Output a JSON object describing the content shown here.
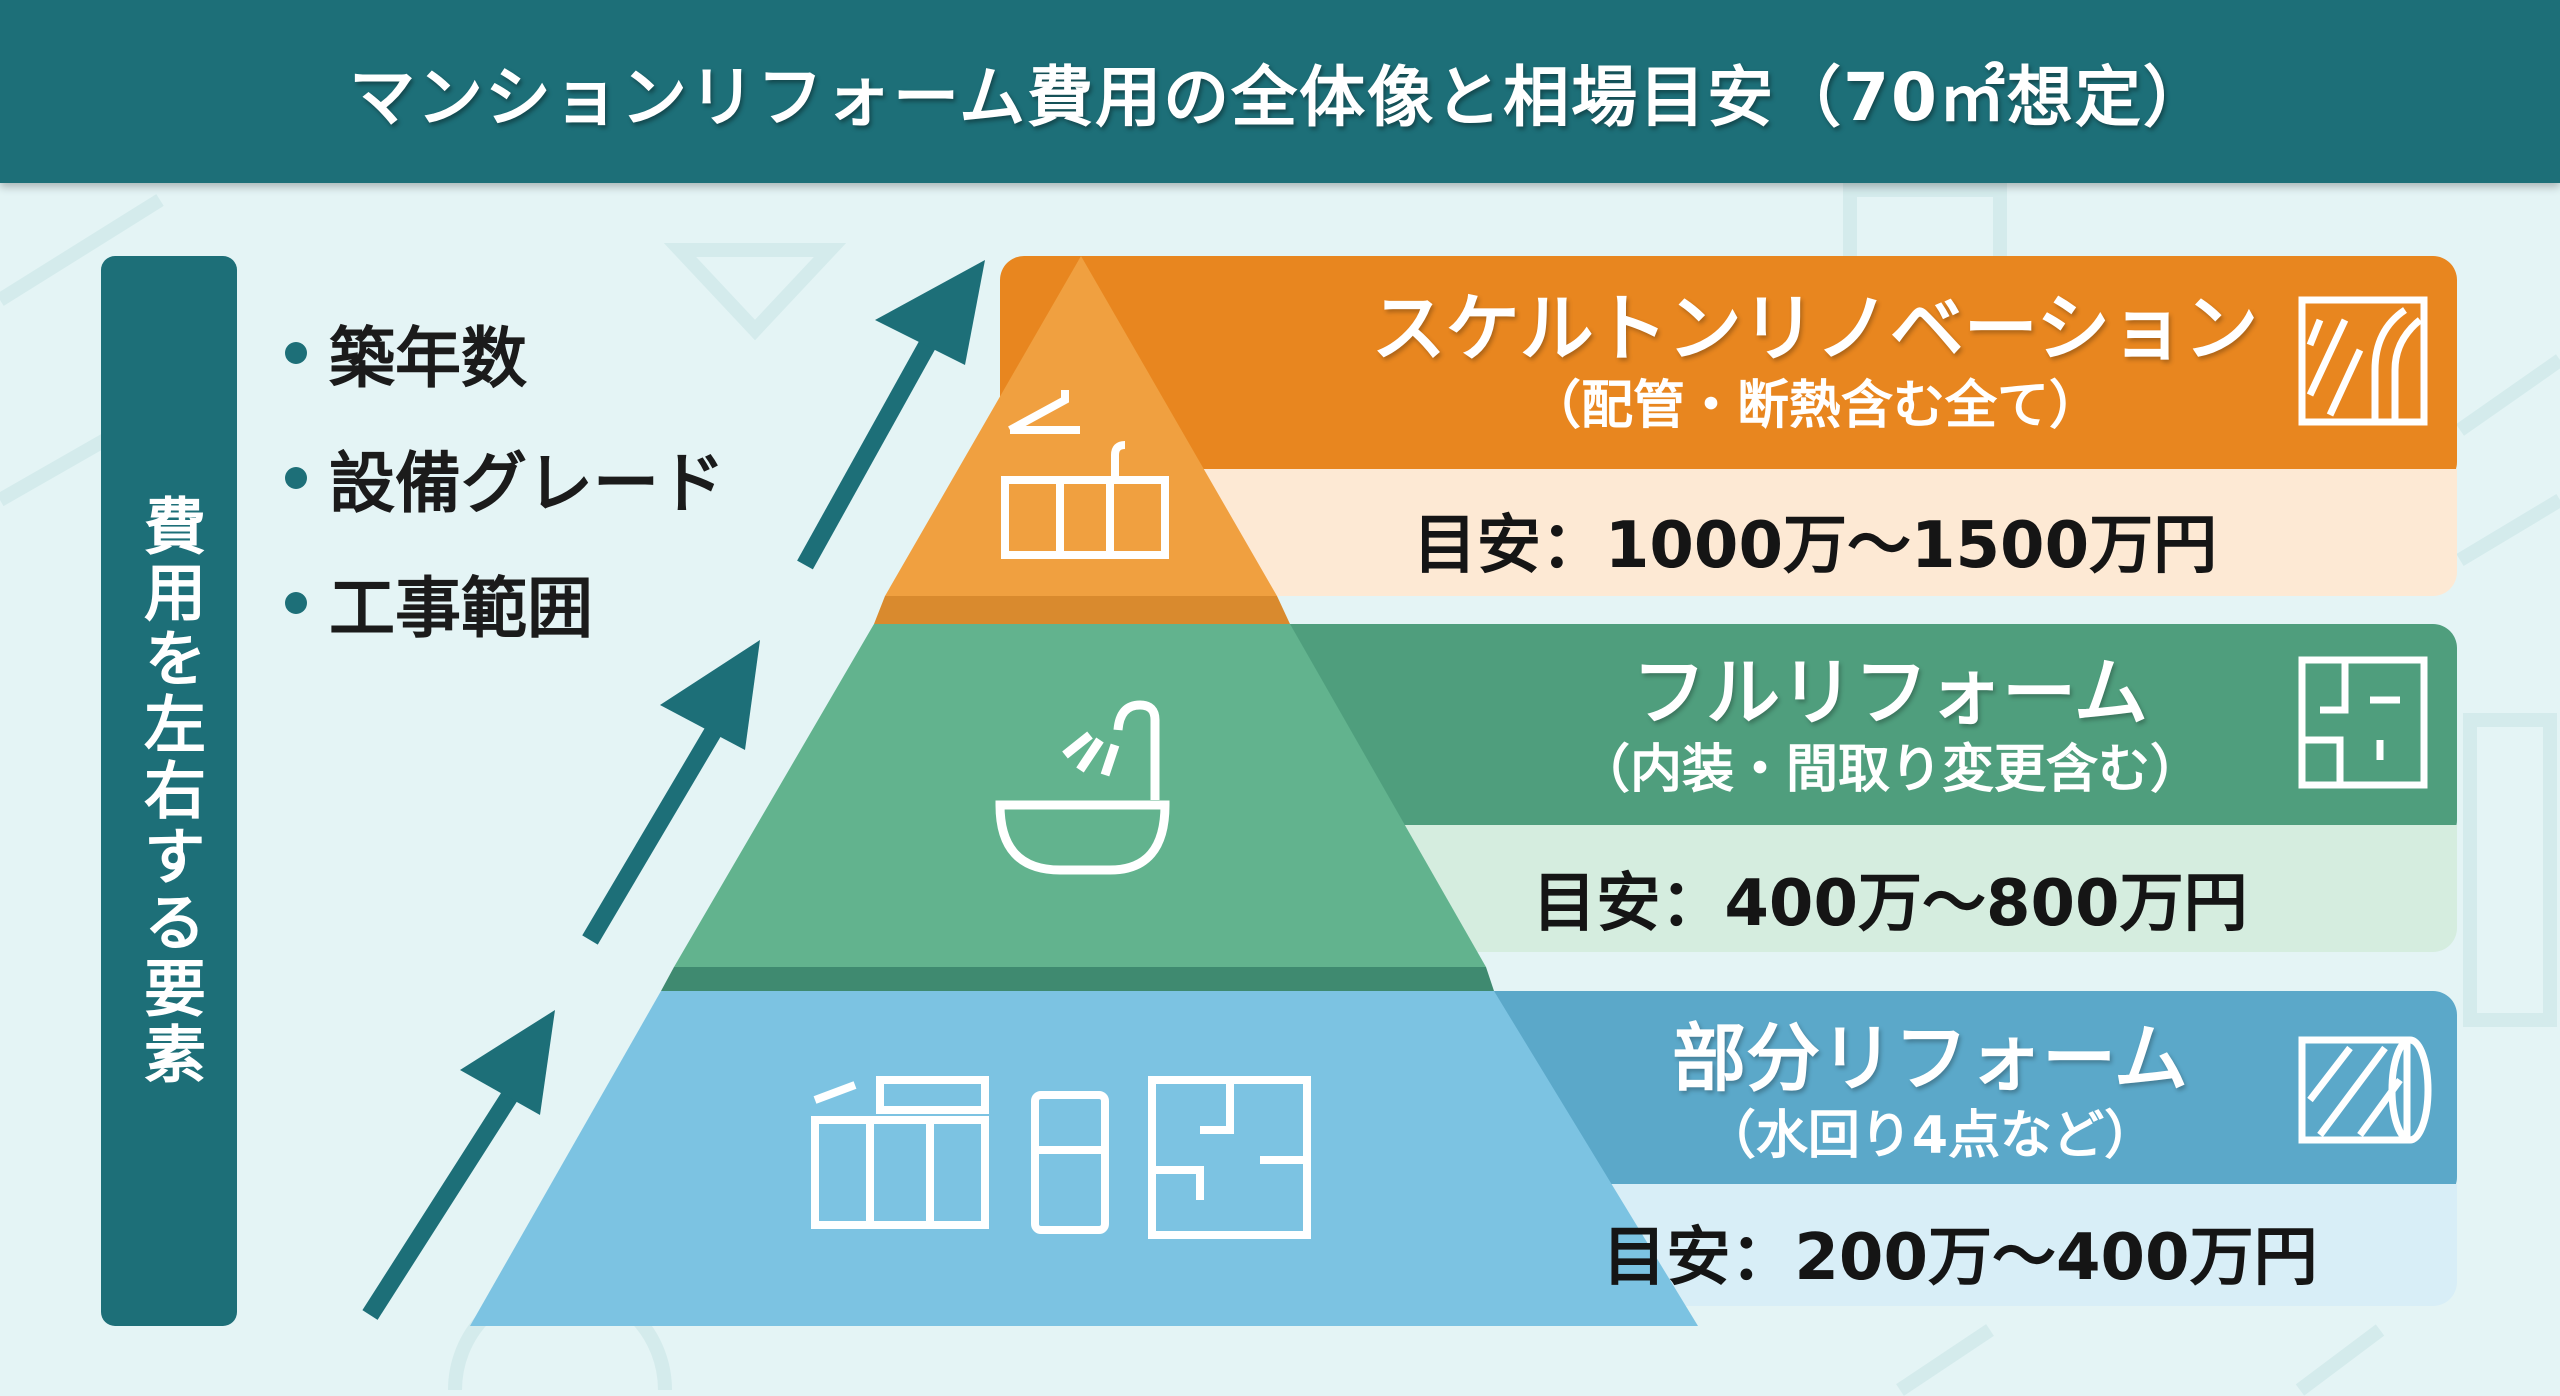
{
  "title": "マンションリフォーム費用の全体像と相場目安（70㎡想定）",
  "side_label": "費用を左右する要素",
  "factors": [
    "築年数",
    "設備グレード",
    "工事範囲"
  ],
  "tiers": [
    {
      "name": "スケルトンリノベーション",
      "detail": "（配管・断熱含む全て）",
      "price": "目安：1000万〜1500万円",
      "icon": "pipe-insulation-icon",
      "illustration": "kitchen-icon",
      "color": "#e8861f",
      "light": "#fde9d4",
      "pyramid": "#f0a040"
    },
    {
      "name": "フルリフォーム",
      "detail": "（内装・間取り変更含む）",
      "price": "目安：400万〜800万円",
      "icon": "floor-plan-icon",
      "illustration": "bathtub-shower-icon",
      "color": "#4f9e7d",
      "light": "#d5eddf",
      "pyramid": "#62b38e"
    },
    {
      "name": "部分リフォーム",
      "detail": "（水回り4点など）",
      "price": "目安：200万〜400万円",
      "icon": "wallpaper-roll-icon",
      "illustration": "kitchen-fridge-floorplan-icon",
      "color": "#5ba8c9",
      "light": "#d8eef7",
      "pyramid": "#7cc3e2"
    }
  ],
  "accent": "#1d6f78"
}
